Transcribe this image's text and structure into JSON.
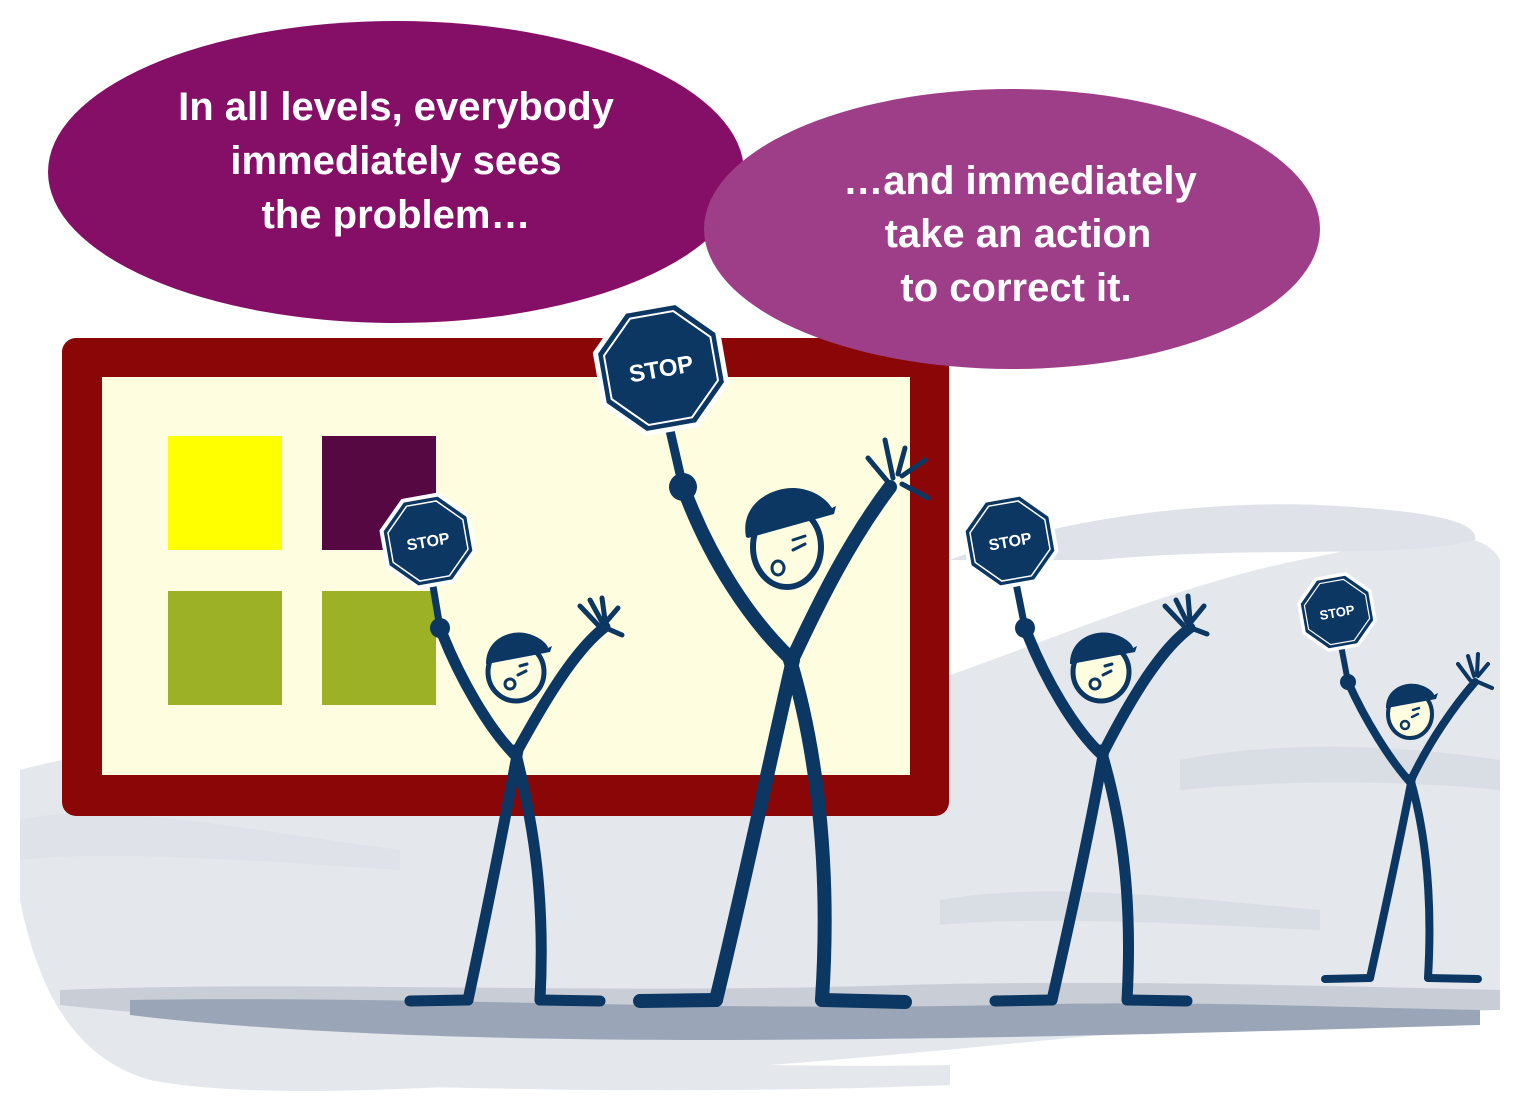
{
  "bubbles": {
    "left": {
      "lines": [
        "In all levels, everybody",
        "immediately sees",
        "the problem…"
      ]
    },
    "right": {
      "lines": [
        "…and immediately",
        "take an action",
        "to correct it."
      ]
    }
  },
  "stop_signs": {
    "label": "STOP"
  },
  "board": {
    "squares": [
      {
        "name": "yellow",
        "color": "#ffff00"
      },
      {
        "name": "dark-purple",
        "color": "#560843"
      },
      {
        "name": "green",
        "color": "#9db127"
      },
      {
        "name": "green",
        "color": "#9db127"
      }
    ]
  },
  "colors": {
    "bubble_left": "#850f67",
    "bubble_right": "#9e3e88",
    "board_frame": "#8b0707",
    "board_surface": "#fefde0",
    "figure": "#0b3762",
    "backdrop": "#e4e7ec"
  }
}
